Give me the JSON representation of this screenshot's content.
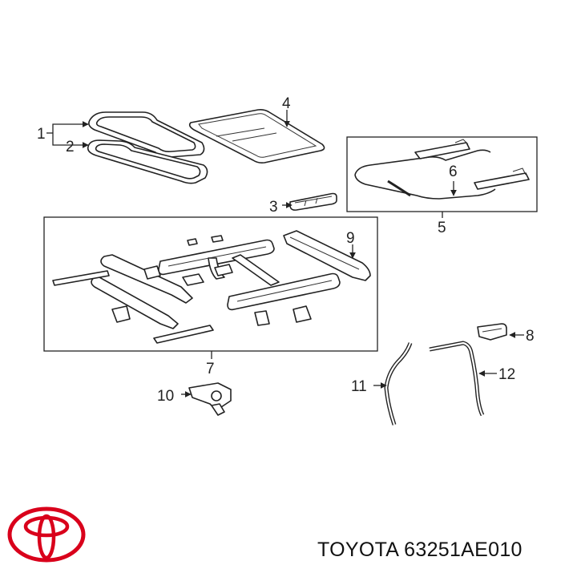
{
  "callouts": [
    "1",
    "2",
    "3",
    "4",
    "5",
    "6",
    "7",
    "8",
    "9",
    "10",
    "11",
    "12"
  ],
  "caption": {
    "brand": "TOYOTA",
    "part_number": "63251AE010"
  },
  "colors": {
    "logo_red": "#d9001b",
    "line": "#222222"
  },
  "logo_icon": "toyota-emblem-icon"
}
